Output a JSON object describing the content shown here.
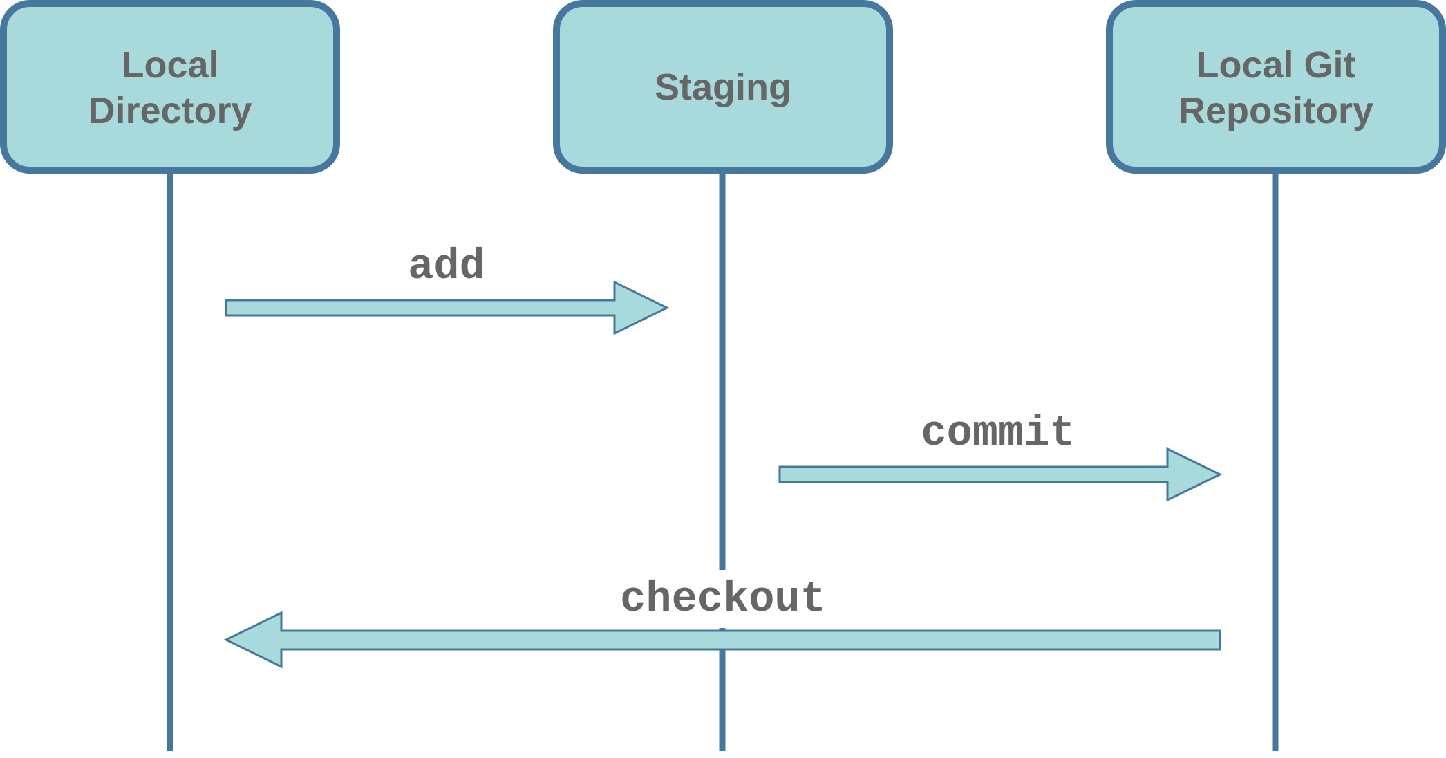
{
  "colors": {
    "box_fill": "#a8dadc",
    "box_stroke": "#45789c",
    "lifeline": "#45789c",
    "arrow_fill": "#a8dadc",
    "arrow_stroke": "#45789c",
    "text": "#666666",
    "background": "#ffffff"
  },
  "actors": [
    {
      "id": "local-directory",
      "lines": [
        "Local",
        "Directory"
      ]
    },
    {
      "id": "staging",
      "lines": [
        "Staging"
      ]
    },
    {
      "id": "local-git-repository",
      "lines": [
        "Local Git",
        "Repository"
      ]
    }
  ],
  "messages": [
    {
      "id": "add",
      "label": "add",
      "from": "local-directory",
      "to": "staging"
    },
    {
      "id": "commit",
      "label": "commit",
      "from": "staging",
      "to": "local-git-repository"
    },
    {
      "id": "checkout",
      "label": "checkout",
      "from": "local-git-repository",
      "to": "local-directory"
    }
  ]
}
